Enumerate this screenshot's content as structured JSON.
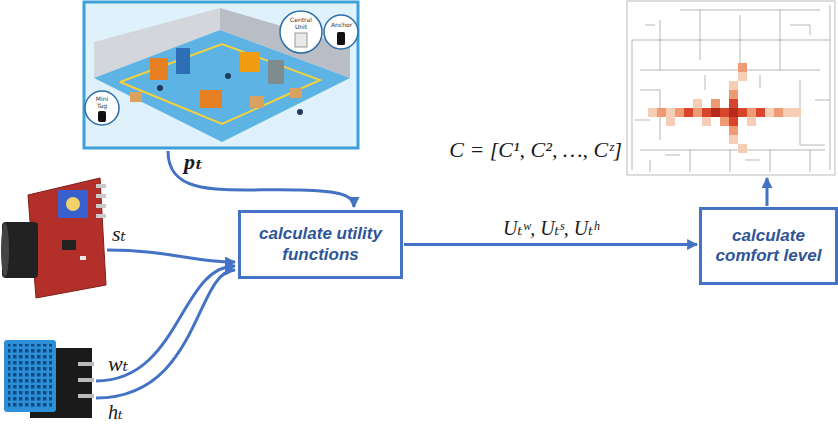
{
  "diagram": {
    "nodes": [
      {
        "text": [
          "calculate utility functions"
        ]
      },
      {
        "text": [
          "calculate comfort level"
        ]
      }
    ],
    "edges": [
      {
        "from": 0,
        "to": 1,
        "arrow": "to",
        "label": "Uₜʷ, Uₜˢ, Uₜʰ"
      }
    ],
    "labels": [
      "Central Unit",
      "Anchor",
      "Mini Tag",
      "pₜ",
      "sₜ",
      "wₜ",
      "hₜ",
      "C = [C¹, C², …, Cᶻ]"
    ]
  }
}
